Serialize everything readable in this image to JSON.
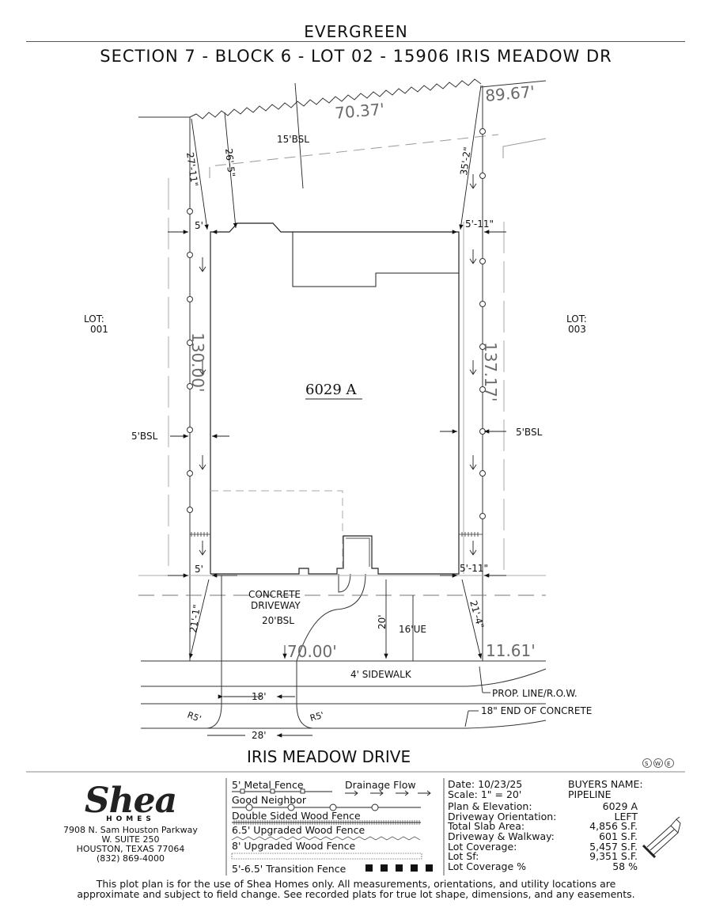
{
  "header": {
    "community": "EVERGREEN",
    "lot_title": "SECTION 7 - BLOCK 6 - LOT 02 - 15906 IRIS MEADOW DR"
  },
  "plan": {
    "plan_label": "6029 A",
    "neighbor_left": {
      "line1": "LOT:",
      "line2": "001"
    },
    "neighbor_right": {
      "line1": "LOT:",
      "line2": "003"
    },
    "boundary_dims": {
      "rear": "70.37'",
      "rear_right_ext": "89.67'",
      "left_side": "130.00'",
      "right_side": "137.17'",
      "front": "70.00'",
      "front_right_ext": "11.61'"
    },
    "setbacks": {
      "rear_bsl": "15'BSL",
      "left_bsl": "5'BSL",
      "right_bsl": "5'BSL",
      "front_bsl": "20'BSL"
    },
    "offsets": {
      "rear_left_corner": "27'-11\"",
      "rear_left_house": "26'-5\"",
      "rear_right_house": "35'-2\"",
      "left_top_side": "5'",
      "right_top_side": "5'-11\"",
      "left_bottom_side": "5'",
      "right_bottom_side": "5'-11\"",
      "front_left": "21'-1\"",
      "front_right": "21'-4\"",
      "front_20": "20'",
      "utility_easement": "16'UE"
    },
    "driveway": {
      "line1": "CONCRETE",
      "line2": "DRIVEWAY"
    },
    "street": {
      "sidewalk": "4' SIDEWALK",
      "prop_line": "PROP. LINE/R.O.W.",
      "end_concrete": "18\" END OF CONCRETE",
      "drive_width": "18'",
      "curb_width": "28'",
      "radius_left": "R5'",
      "radius_right": "R5'",
      "street_name": "IRIS MEADOW DRIVE"
    },
    "utility_marks": "SWE"
  },
  "company": {
    "logo": "Shea",
    "homes": "HOMES",
    "address_lines": [
      "7908 N. Sam Houston Parkway",
      "W. SUITE 250",
      "HOUSTON, TEXAS 77064",
      "(832) 869-4000"
    ]
  },
  "legend": {
    "metal_fence": "5' Metal Fence",
    "drainage_flow": "Drainage Flow",
    "good_neighbor": "Good Neighbor",
    "double_sided": "Double Sided Wood Fence",
    "upgraded_65": "6.5' Upgraded Wood Fence",
    "upgraded_8": "8' Upgraded Wood Fence",
    "transition": "5'-6.5' Transition Fence"
  },
  "info": {
    "date_label": "Date:",
    "date": "10/23/25",
    "scale_label": "Scale:",
    "scale": "1\" = 20'",
    "buyers_label": "BUYERS NAME:",
    "buyer": "PIPELINE",
    "rows": [
      {
        "label": "Plan & Elevation:",
        "value": "6029 A"
      },
      {
        "label": "Driveway Orientation:",
        "value": "LEFT"
      },
      {
        "label": "Total Slab Area:",
        "value": "4,856 S.F."
      },
      {
        "label": "Driveway & Walkway:",
        "value": "601 S.F."
      },
      {
        "label": "Lot Coverage:",
        "value": "5,457 S.F."
      },
      {
        "label": "Lot Sf:",
        "value": "9,351 S.F."
      },
      {
        "label": "Lot Coverage %",
        "value": "58 %"
      }
    ]
  },
  "disclaimer": {
    "line1": "This plot plan is for the use of Shea Homes only. All measurements, orientations, and utility locations are",
    "line2": "approximate and subject to field change. See recorded plats for true lot shape, dimensions, and any easements."
  }
}
